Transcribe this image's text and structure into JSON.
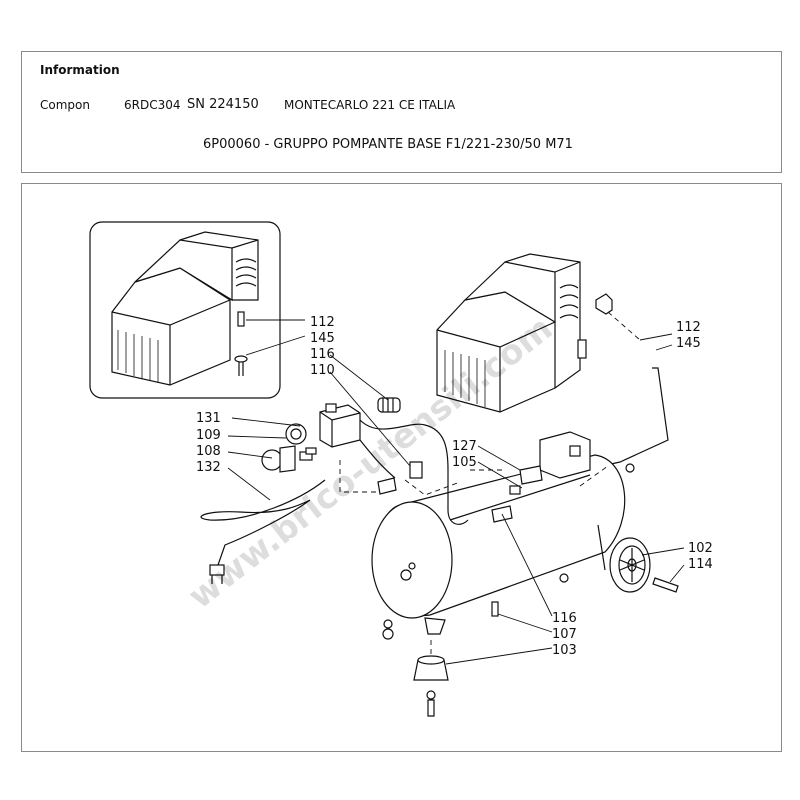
{
  "info": {
    "title": "Information",
    "component_label": "Compon",
    "code": "6RDC304",
    "serial": "SN 224150",
    "model": "MONTECARLO 221 CE ITALIA",
    "group": "6P00060 - GRUPPO POMPANTE BASE F1/221-230/50 M71"
  },
  "watermark": "www.brico-utensili.com",
  "callouts": {
    "inset_112": "112",
    "inset_145": "145",
    "c116a": "116",
    "c110": "110",
    "c131": "131",
    "c109": "109",
    "c108": "108",
    "c132": "132",
    "c127": "127",
    "c105": "105",
    "c112": "112",
    "c145": "145",
    "c102": "102",
    "c114": "114",
    "c116b": "116",
    "c107": "107",
    "c103": "103"
  }
}
